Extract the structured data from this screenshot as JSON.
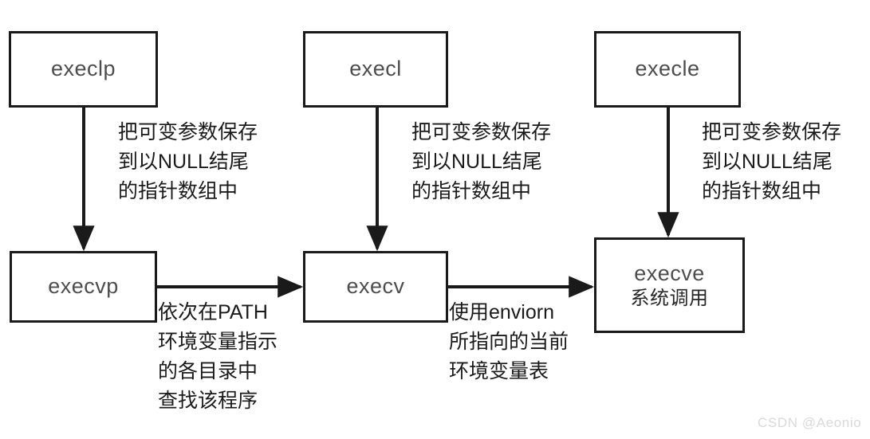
{
  "diagram": {
    "title": "exec family function relationship diagram",
    "background": "#ffffff",
    "line_color": "#1a1a1a",
    "text_color": "#1a1a1a",
    "node_label_color": "#4d4d4d",
    "watermark_color": "#d9d9d9"
  },
  "nodes": {
    "execlp": {
      "title": "execlp",
      "subtitle": ""
    },
    "execl": {
      "title": "execl",
      "subtitle": ""
    },
    "execle": {
      "title": "execle",
      "subtitle": ""
    },
    "execvp": {
      "title": "execvp",
      "subtitle": ""
    },
    "execv": {
      "title": "execv",
      "subtitle": ""
    },
    "execve": {
      "title": "execve",
      "subtitle": "系统调用"
    }
  },
  "edge_labels": {
    "execlp_to_execvp": "把可变参数保存\n到以NULL结尾\n的指针数组中",
    "execl_to_execv": "把可变参数保存\n到以NULL结尾\n的指针数组中",
    "execle_to_execve": "把可变参数保存\n到以NULL结尾\n的指针数组中",
    "execvp_to_execv": "依次在PATH\n环境变量指示\n的各目录中\n查找该程序",
    "execv_to_execve": "使用enviorn\n所指向的当前\n环境变量表"
  },
  "watermark": {
    "text": "CSDN @Aeonio"
  }
}
